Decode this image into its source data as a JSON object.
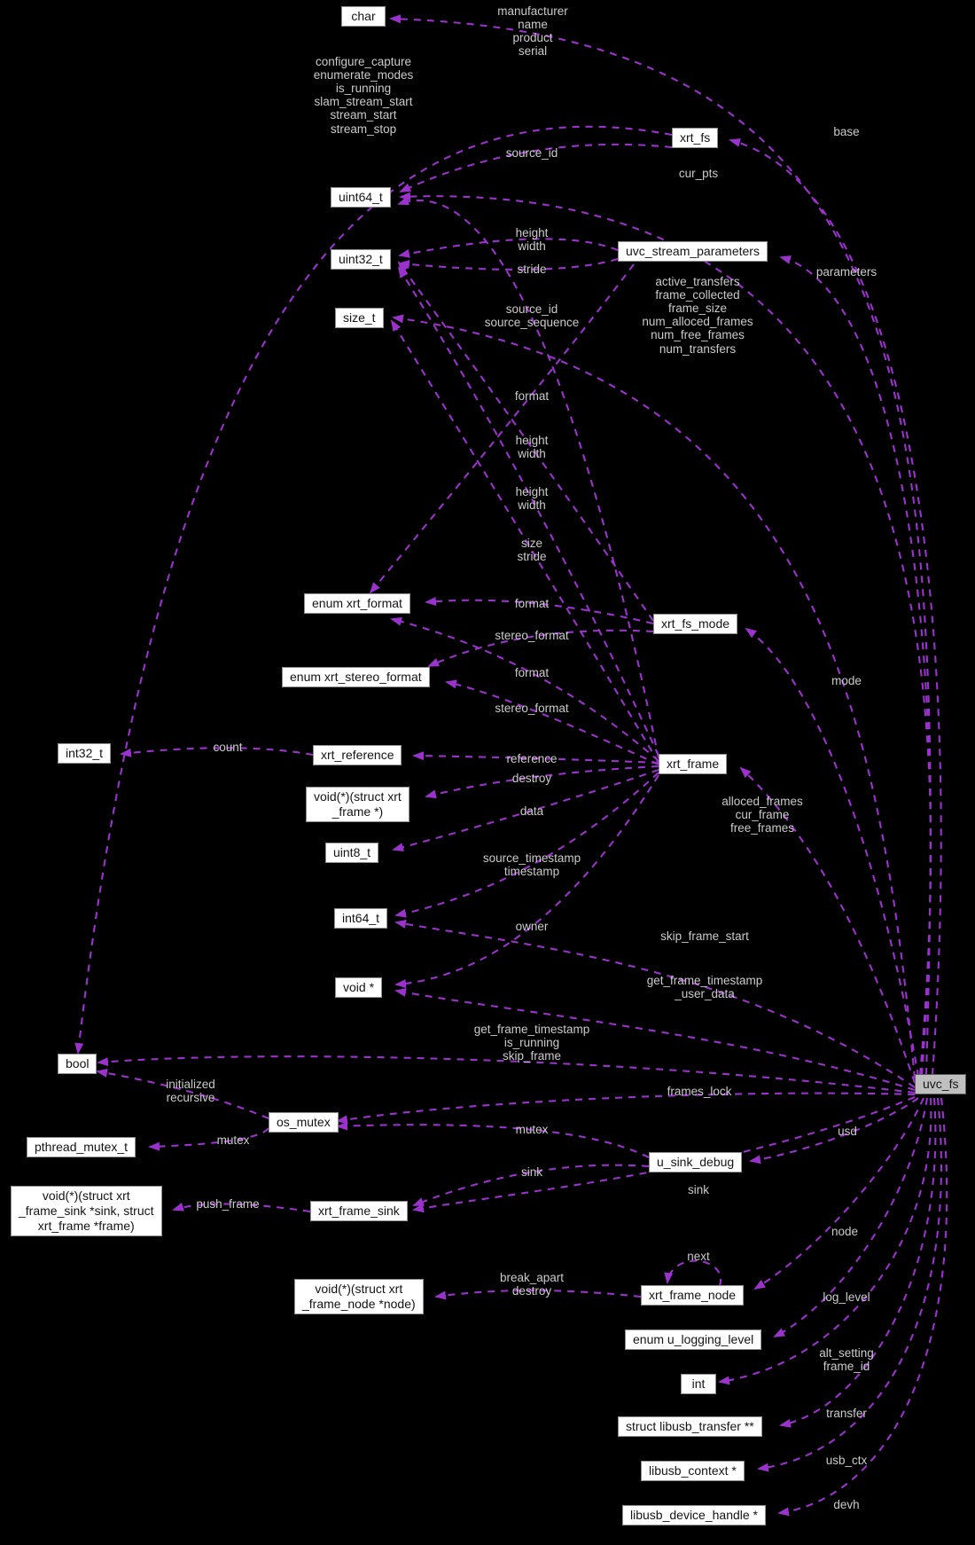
{
  "diagram": {
    "type": "collaboration-graph",
    "main_node": "uvc_fs",
    "colors": {
      "background": "#000000",
      "edge": "#9933cc",
      "node_bg": "#ffffff",
      "node_border": "#8f8f8f",
      "main_node_bg": "#bfbfbf",
      "edge_label_text": "#cbcbcb",
      "node_text": "#141414"
    }
  },
  "nodes": [
    {
      "id": "char",
      "label": "char"
    },
    {
      "id": "xrt_fs",
      "label": "xrt_fs"
    },
    {
      "id": "uint64_t",
      "label": "uint64_t"
    },
    {
      "id": "uint32_t",
      "label": "uint32_t"
    },
    {
      "id": "uvc_stream_parameters",
      "label": "uvc_stream_parameters"
    },
    {
      "id": "size_t",
      "label": "size_t"
    },
    {
      "id": "enum_xrt_format",
      "label": "enum xrt_format"
    },
    {
      "id": "xrt_fs_mode",
      "label": "xrt_fs_mode"
    },
    {
      "id": "enum_xrt_stereo_format",
      "label": "enum xrt_stereo_format"
    },
    {
      "id": "int32_t",
      "label": "int32_t"
    },
    {
      "id": "xrt_reference",
      "label": "xrt_reference"
    },
    {
      "id": "void_fn_frame",
      "label": "void(*)(struct xrt\n_frame *)"
    },
    {
      "id": "uint8_t",
      "label": "uint8_t"
    },
    {
      "id": "int64_t",
      "label": "int64_t"
    },
    {
      "id": "void_ptr",
      "label": "void *"
    },
    {
      "id": "bool",
      "label": "bool"
    },
    {
      "id": "os_mutex",
      "label": "os_mutex"
    },
    {
      "id": "pthread_mutex_t",
      "label": "pthread_mutex_t"
    },
    {
      "id": "u_sink_debug",
      "label": "u_sink_debug"
    },
    {
      "id": "xrt_frame_sink",
      "label": "xrt_frame_sink"
    },
    {
      "id": "void_fn_frame_sink",
      "label": "void(*)(struct xrt\n_frame_sink *sink, struct\nxrt_frame *frame)"
    },
    {
      "id": "xrt_frame_node",
      "label": "xrt_frame_node"
    },
    {
      "id": "void_fn_frame_node",
      "label": "void(*)(struct xrt\n_frame_node *node)"
    },
    {
      "id": "enum_u_logging_level",
      "label": "enum u_logging_level"
    },
    {
      "id": "int",
      "label": "int"
    },
    {
      "id": "libusb_transfer",
      "label": "struct libusb_transfer **"
    },
    {
      "id": "libusb_context",
      "label": "libusb_context *"
    },
    {
      "id": "libusb_device_handle",
      "label": "libusb_device_handle *"
    },
    {
      "id": "xrt_frame",
      "label": "xrt_frame"
    },
    {
      "id": "uvc_fs",
      "label": "uvc_fs"
    }
  ],
  "edge_labels": [
    {
      "text": "manufacturer\nname\nproduct\nserial"
    },
    {
      "text": "configure_capture\nenumerate_modes\nis_running\nslam_stream_start\nstream_start\nstream_stop"
    },
    {
      "text": "source_id"
    },
    {
      "text": "cur_pts"
    },
    {
      "text": "base"
    },
    {
      "text": "height\nwidth"
    },
    {
      "text": "stride"
    },
    {
      "text": "source_id\nsource_sequence"
    },
    {
      "text": "parameters"
    },
    {
      "text": "active_transfers\nframe_collected\nframe_size\nnum_alloced_frames\nnum_free_frames\nnum_transfers"
    },
    {
      "text": "format"
    },
    {
      "text": "height\nwidth"
    },
    {
      "text": "height\nwidth"
    },
    {
      "text": "size\nstride"
    },
    {
      "text": "format"
    },
    {
      "text": "stereo_format"
    },
    {
      "text": "format"
    },
    {
      "text": "stereo_format"
    },
    {
      "text": "mode"
    },
    {
      "text": "count"
    },
    {
      "text": "reference"
    },
    {
      "text": "destroy"
    },
    {
      "text": "data"
    },
    {
      "text": "source_timestamp\ntimestamp"
    },
    {
      "text": "owner"
    },
    {
      "text": "skip_frame_start"
    },
    {
      "text": "get_frame_timestamp\n_user_data"
    },
    {
      "text": "get_frame_timestamp\nis_running\nskip_frame"
    },
    {
      "text": "frames_lock"
    },
    {
      "text": "initialized\nrecursive"
    },
    {
      "text": "mutex"
    },
    {
      "text": "mutex"
    },
    {
      "text": "usd"
    },
    {
      "text": "sink"
    },
    {
      "text": "sink"
    },
    {
      "text": "push_frame"
    },
    {
      "text": "node"
    },
    {
      "text": "next"
    },
    {
      "text": "break_apart\ndestroy"
    },
    {
      "text": "log_level"
    },
    {
      "text": "alt_setting\nframe_id"
    },
    {
      "text": "transfer"
    },
    {
      "text": "usb_ctx"
    },
    {
      "text": "devh"
    }
  ]
}
